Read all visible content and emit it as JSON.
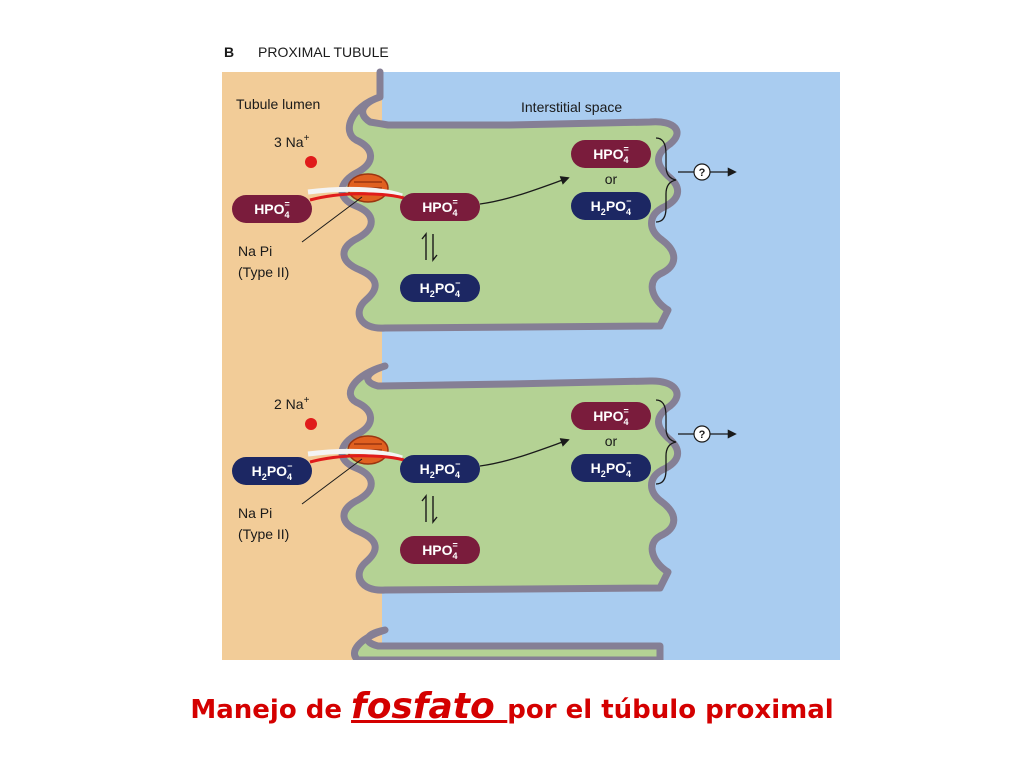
{
  "figure": {
    "panel_letter": "B",
    "panel_title": "PROXIMAL TUBULE",
    "lumen_label": "Tubule lumen",
    "interstitial_label": "Interstitial space",
    "cells": [
      {
        "sodium_label": "3 Na+",
        "lumen_ion": {
          "base": "HPO",
          "sub": "4",
          "sup": "=",
          "kind": "hpo4"
        },
        "transporter_label_1": "Na Pi",
        "transporter_label_2": "(Type II)",
        "cytosol_ion": {
          "base": "HPO",
          "sub": "4",
          "sup": "=",
          "kind": "hpo4"
        },
        "equilibrium_ion": {
          "pre": "H",
          "pre_sub": "2",
          "base": "PO",
          "sub": "4",
          "sup": "−",
          "kind": "h2po4"
        },
        "basolateral_ions": [
          {
            "base": "HPO",
            "sub": "4",
            "sup": "=",
            "kind": "hpo4"
          },
          {
            "pre": "H",
            "pre_sub": "2",
            "base": "PO",
            "sub": "4",
            "sup": "−",
            "kind": "h2po4"
          }
        ],
        "or_label": "or",
        "exit_label": "?"
      },
      {
        "sodium_label": "2 Na+",
        "lumen_ion": {
          "pre": "H",
          "pre_sub": "2",
          "base": "PO",
          "sub": "4",
          "sup": "−",
          "kind": "h2po4"
        },
        "transporter_label_1": "Na Pi",
        "transporter_label_2": "(Type II)",
        "cytosol_ion": {
          "pre": "H",
          "pre_sub": "2",
          "base": "PO",
          "sub": "4",
          "sup": "−",
          "kind": "h2po4"
        },
        "equilibrium_ion": {
          "base": "HPO",
          "sub": "4",
          "sup": "=",
          "kind": "hpo4"
        },
        "basolateral_ions": [
          {
            "base": "HPO",
            "sub": "4",
            "sup": "=",
            "kind": "hpo4"
          },
          {
            "pre": "H",
            "pre_sub": "2",
            "base": "PO",
            "sub": "4",
            "sup": "−",
            "kind": "h2po4"
          }
        ],
        "or_label": "or",
        "exit_label": "?"
      }
    ]
  },
  "caption": {
    "part1": "Manejo de ",
    "emphasis": "fosfato ",
    "part2": "por el túbulo proximal"
  },
  "colors": {
    "lumen": "#f2cc98",
    "interstitial": "#a9ccf0",
    "cell": "#b4d294",
    "membrane": "#857f95",
    "hpo4": "#7a1c3c",
    "h2po4": "#1c2763",
    "sodium": "#e01b1b",
    "transporter": "#e06020",
    "caption": "#d40000"
  }
}
